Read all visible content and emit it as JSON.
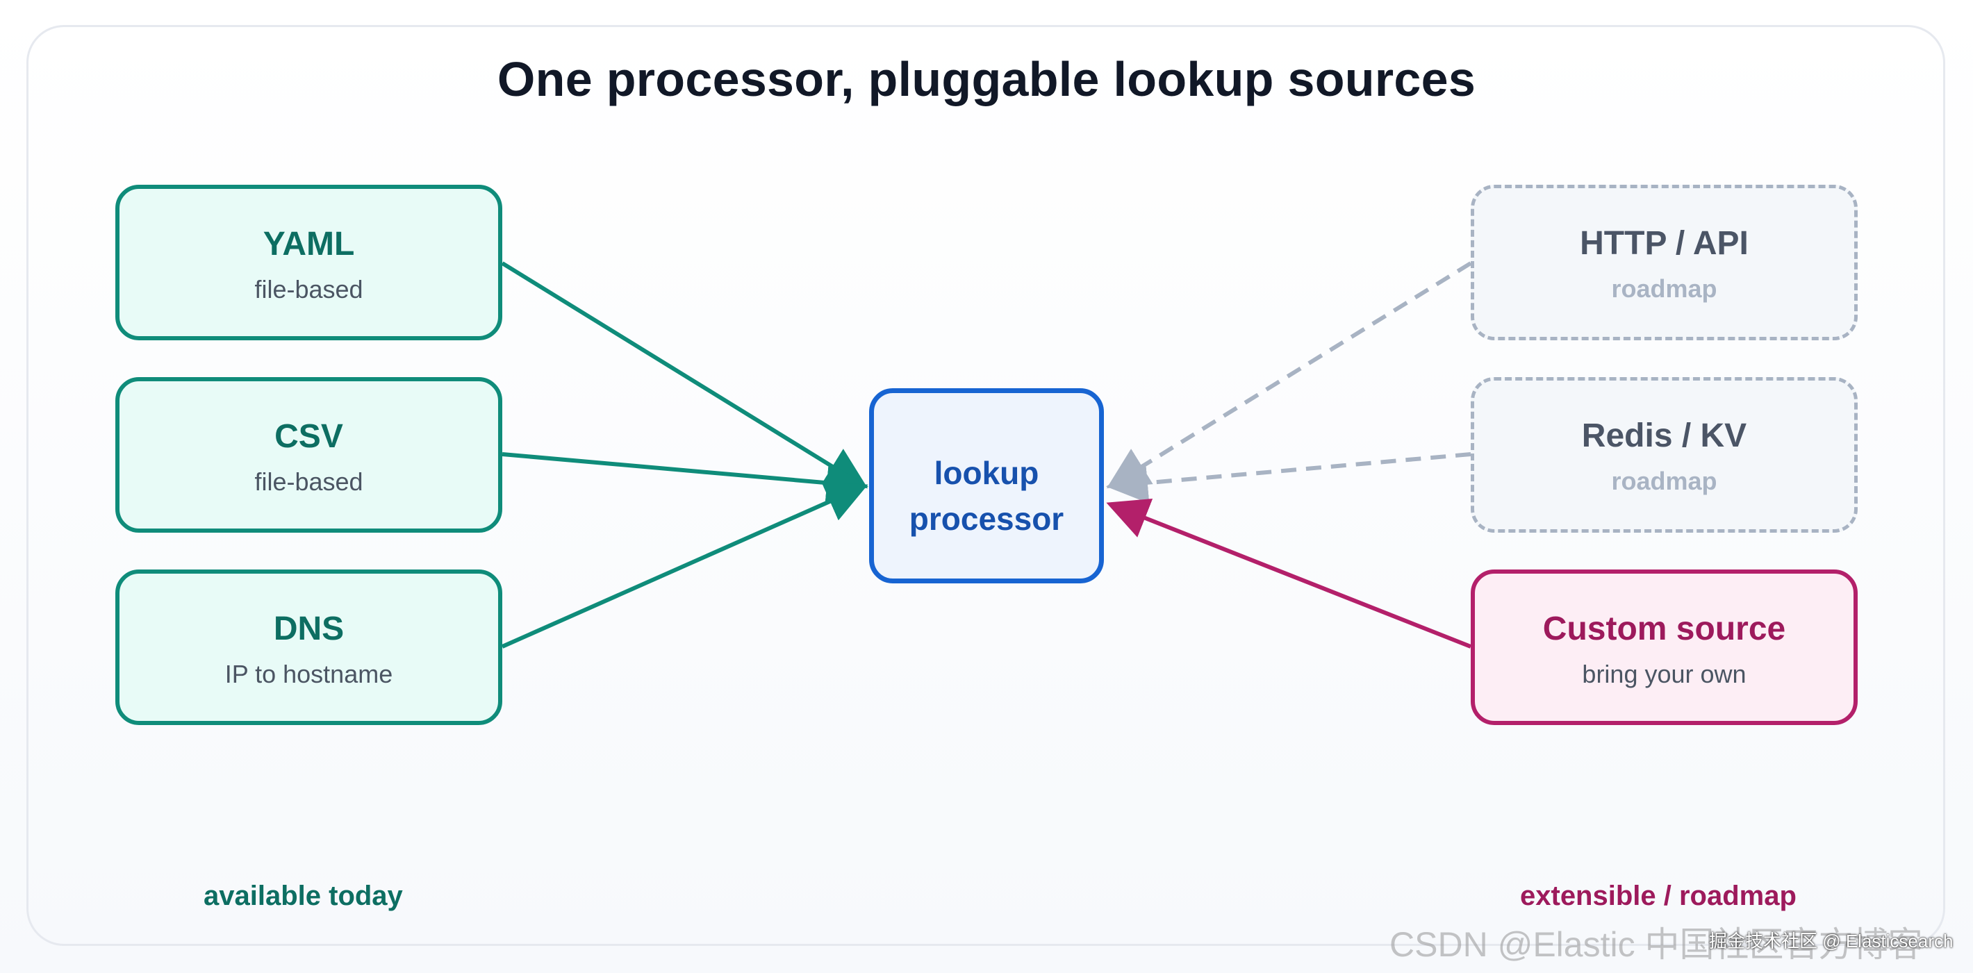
{
  "title": "One processor, pluggable lookup sources",
  "processor": {
    "line1": "lookup",
    "line2": "processor"
  },
  "sources_available": [
    {
      "name": "YAML",
      "sub": "file-based"
    },
    {
      "name": "CSV",
      "sub": "file-based"
    },
    {
      "name": "DNS",
      "sub": "IP to hostname"
    }
  ],
  "sources_roadmap": [
    {
      "name": "HTTP / API",
      "sub": "roadmap"
    },
    {
      "name": "Redis / KV",
      "sub": "roadmap"
    }
  ],
  "custom_source": {
    "name": "Custom source",
    "sub": "bring your own"
  },
  "footer": {
    "left": "available today",
    "right": "extensible / roadmap"
  },
  "watermark": {
    "csdn": "CSDN @Elastic 中国社区官方博客",
    "juejin": "掘金技术社区 @ Elasticsearch"
  },
  "colors": {
    "available": "#0f8c7a",
    "roadmap": "#a8b3c3",
    "custom": "#b3206a",
    "processor": "#1764d2"
  }
}
